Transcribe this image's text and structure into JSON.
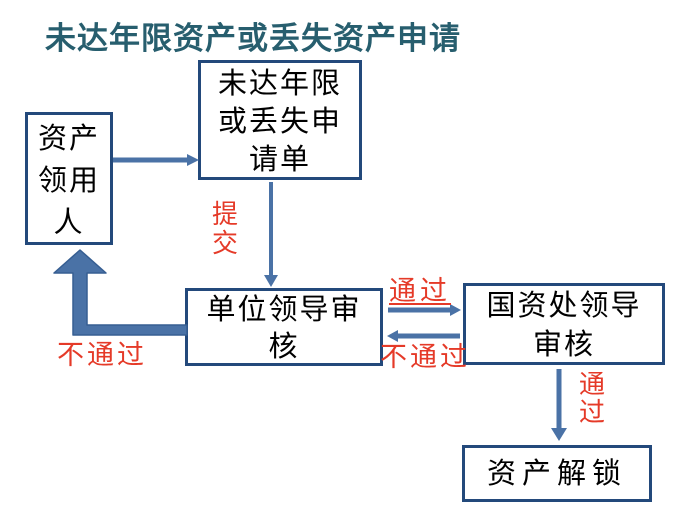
{
  "title": {
    "text": "未达年限资产或丢失资产申请",
    "color": "#275e6e"
  },
  "colors": {
    "background": "#ffffff",
    "box_border": "#23497b",
    "box_text": "#000000",
    "arrow_fill": "#4a72a6",
    "arrow_edge": "#365e92",
    "label_red": "#e53a28"
  },
  "nodes": {
    "applicant": {
      "label": "资产\n领用\n人"
    },
    "application": {
      "label": "未达年限\n或丢失申\n请单"
    },
    "unit_review": {
      "label": "单位领导审\n核"
    },
    "gzc_review": {
      "label": "国资处领导\n审核"
    },
    "unlock": {
      "label": "资产解锁"
    }
  },
  "edge_labels": {
    "submit": "提交",
    "pass_to_gzc": "通过",
    "fail_to_unit": "不通过",
    "fail_to_applicant": "不通过",
    "pass_to_unlock": "通过"
  }
}
